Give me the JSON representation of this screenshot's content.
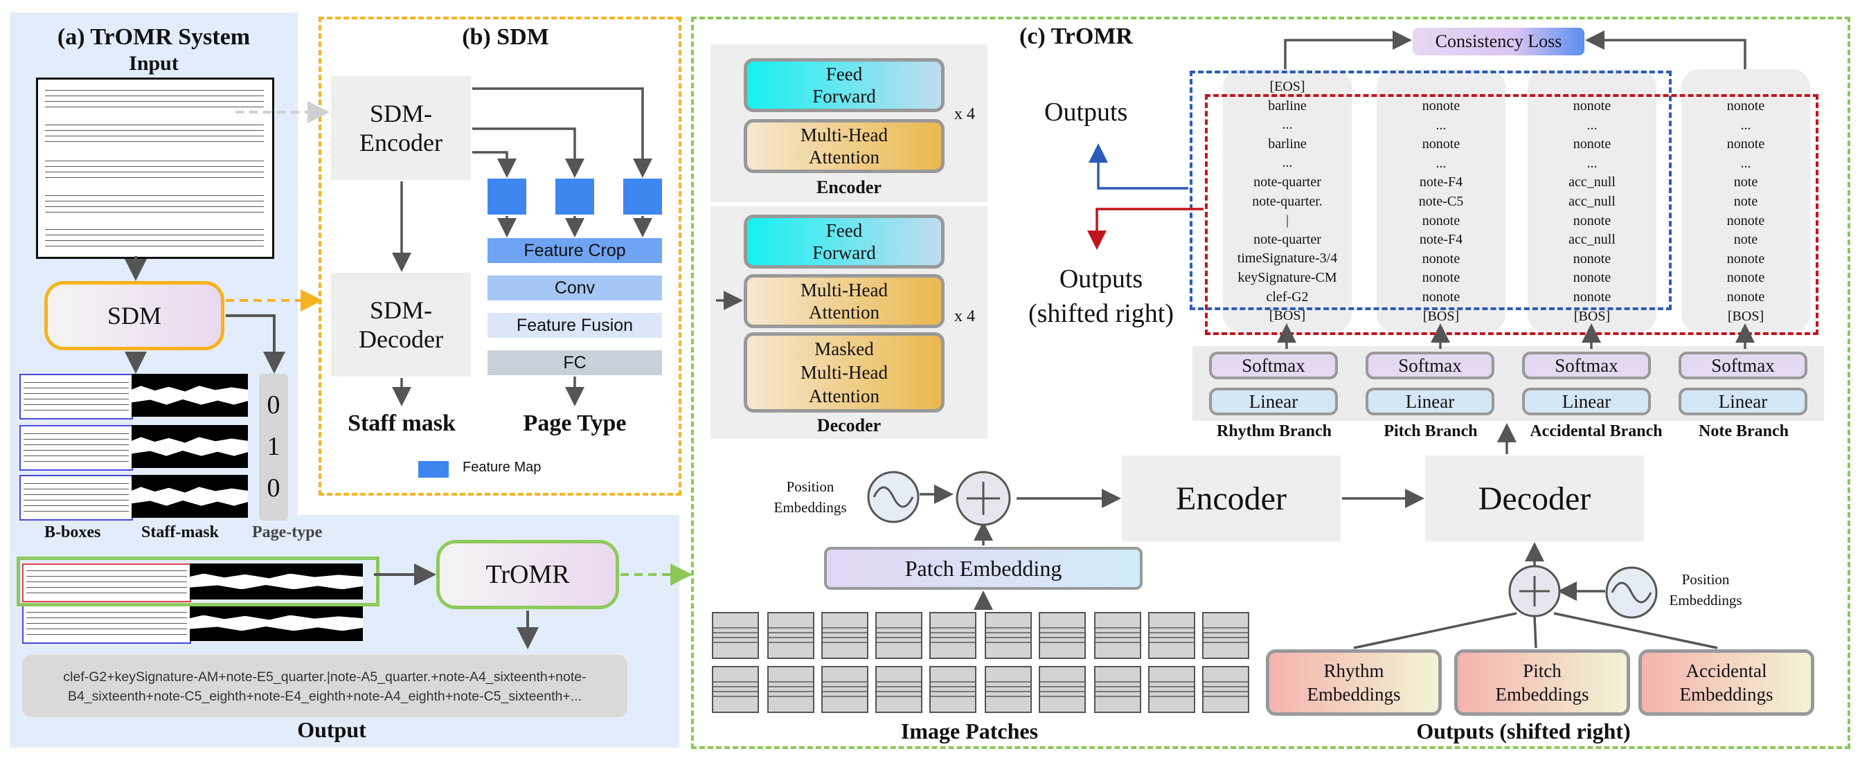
{
  "panel_a": {
    "title": "(a) TrOMR System",
    "input_label": "Input",
    "sdm_label": "SDM",
    "page_type_digits": [
      "0",
      "1",
      "0"
    ],
    "bboxes_label": "B-boxes",
    "staffmask_label": "Staff-mask",
    "pagetype_label": "Page-type",
    "tromr_label": "TrOMR",
    "output_text_line1": "clef-G2+keySignature-AM+note-E5_quarter.|note-A5_quarter.+note-A4_sixteenth+note-",
    "output_text_line2": "B4_sixteenth+note-C5_eighth+note-E4_eighth+note-A4_eighth+note-C5_sixteenth+...",
    "output_label": "Output"
  },
  "panel_b": {
    "title": "(b) SDM",
    "encoder_line1": "SDM-",
    "encoder_line2": "Encoder",
    "decoder_line1": "SDM-",
    "decoder_line2": "Decoder",
    "staff_mask": "Staff mask",
    "page_type": "Page Type",
    "feature_crop": "Feature Crop",
    "conv": "Conv",
    "feature_fusion": "Feature Fusion",
    "fc": "FC",
    "legend_feature_map": "Feature Map"
  },
  "panel_c": {
    "title": "(c) TrOMR",
    "enc_feed_forward_1": "Feed",
    "enc_feed_forward_2": "Forward",
    "enc_mha_1": "Multi-Head",
    "enc_mha_2": "Attention",
    "enc_repeat": "x 4",
    "encoder_label": "Encoder",
    "dec_feed_forward_1": "Feed",
    "dec_feed_forward_2": "Forward",
    "dec_mha_1": "Multi-Head",
    "dec_mha_2": "Attention",
    "dec_masked_1": "Masked",
    "dec_masked_2": "Multi-Head",
    "dec_masked_3": "Attention",
    "dec_repeat": "x 4",
    "decoder_label": "Decoder",
    "outputs_label": "Outputs",
    "outputs_shifted_1": "Outputs",
    "outputs_shifted_2": "(shifted right)",
    "consistency_loss": "Consistency Loss",
    "rhythm_tokens": [
      "[EOS]",
      "barline",
      "...",
      "barline",
      "...",
      "note-quarter",
      "note-quarter.",
      "|",
      "note-quarter",
      "timeSignature-3/4",
      "keySignature-CM",
      "clef-G2",
      "[BOS]"
    ],
    "pitch_tokens": [
      "nonote",
      "...",
      "nonote",
      "...",
      "note-F4",
      "note-C5",
      "nonote",
      "note-F4",
      "nonote",
      "nonote",
      "nonote",
      "[BOS]"
    ],
    "accidental_tokens": [
      "nonote",
      "...",
      "nonote",
      "...",
      "acc_null",
      "acc_null",
      "nonote",
      "acc_null",
      "nonote",
      "nonote",
      "nonote",
      "[BOS]"
    ],
    "note_tokens": [
      "nonote",
      "...",
      "nonote",
      "...",
      "note",
      "note",
      "nonote",
      "note",
      "nonote",
      "nonote",
      "nonote",
      "[BOS]"
    ],
    "softmax": "Softmax",
    "linear": "Linear",
    "rhythm_branch": "Rhythm Branch",
    "pitch_branch": "Pitch Branch",
    "accidental_branch": "Accidental Branch",
    "note_branch": "Note Branch",
    "position_embeddings_1": "Position",
    "position_embeddings_2": "Embeddings",
    "encoder_big": "Encoder",
    "decoder_big": "Decoder",
    "patch_embedding": "Patch Embedding",
    "image_patches": "Image Patches",
    "rhythm_emb_1": "Rhythm",
    "rhythm_emb_2": "Embeddings",
    "pitch_emb_1": "Pitch",
    "pitch_emb_2": "Embeddings",
    "accidental_emb_1": "Accidental",
    "accidental_emb_2": "Embeddings",
    "outputs_shifted_bottom": "Outputs (shifted right)"
  },
  "colors": {
    "panel_a_bg": "#e3ecfa",
    "sdm_border": "#f7b21b",
    "tromr_border": "#8ccb5a",
    "dashed_orange": "#f5b324",
    "dashed_green": "#8dc756",
    "blue_dash": "#2a5bb8",
    "red_dash": "#c0141c",
    "feature_map": "#3d86f0"
  }
}
